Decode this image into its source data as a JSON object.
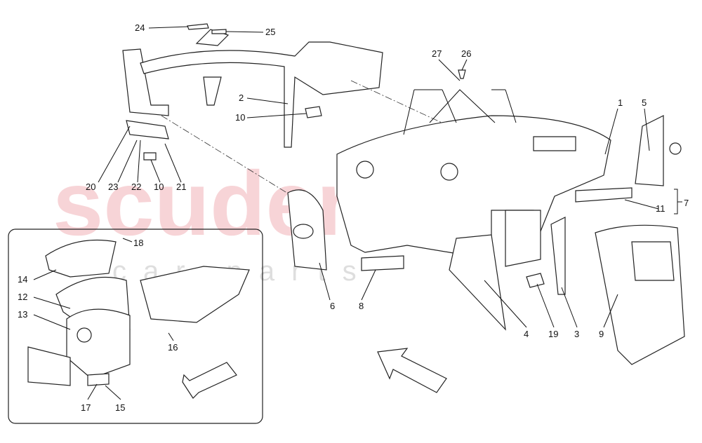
{
  "watermark": {
    "main": "scuderia",
    "sub": "car parts"
  },
  "callouts": [
    {
      "id": "24",
      "text": "24"
    },
    {
      "id": "25",
      "text": "25"
    },
    {
      "id": "2",
      "text": "2"
    },
    {
      "id": "10a",
      "text": "10"
    },
    {
      "id": "27",
      "text": "27"
    },
    {
      "id": "26",
      "text": "26"
    },
    {
      "id": "1",
      "text": "1"
    },
    {
      "id": "5",
      "text": "5"
    },
    {
      "id": "7",
      "text": "7"
    },
    {
      "id": "11",
      "text": "11"
    },
    {
      "id": "20",
      "text": "20"
    },
    {
      "id": "23",
      "text": "23"
    },
    {
      "id": "22",
      "text": "22"
    },
    {
      "id": "10b",
      "text": "10"
    },
    {
      "id": "21",
      "text": "21"
    },
    {
      "id": "18",
      "text": "18"
    },
    {
      "id": "14",
      "text": "14"
    },
    {
      "id": "12",
      "text": "12"
    },
    {
      "id": "13",
      "text": "13"
    },
    {
      "id": "16",
      "text": "16"
    },
    {
      "id": "17",
      "text": "17"
    },
    {
      "id": "15",
      "text": "15"
    },
    {
      "id": "6",
      "text": "6"
    },
    {
      "id": "8",
      "text": "8"
    },
    {
      "id": "4",
      "text": "4"
    },
    {
      "id": "19",
      "text": "19"
    },
    {
      "id": "3",
      "text": "3"
    },
    {
      "id": "9",
      "text": "9"
    }
  ]
}
